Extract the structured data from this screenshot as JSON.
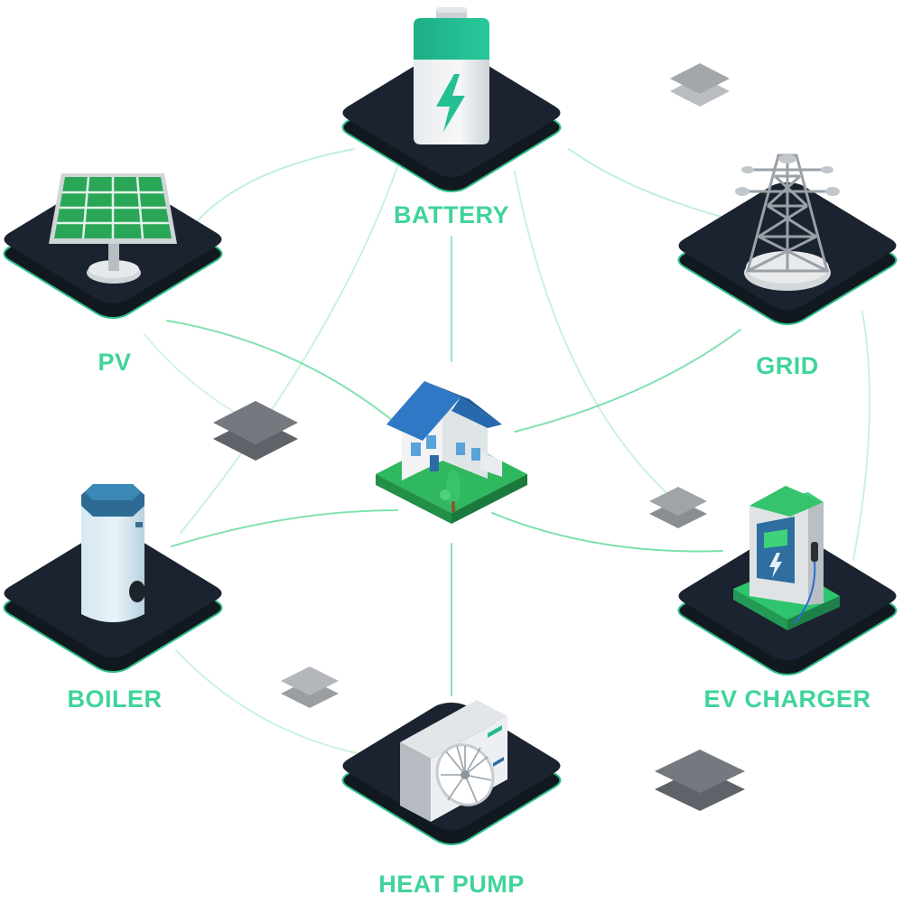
{
  "colors": {
    "accent": "#3fd49a",
    "platform": "#1b2330",
    "platform_edge": "#2dbf8a",
    "connector": "#4ed58f",
    "tile": "#7a7f85"
  },
  "center": {
    "icon": "house-icon"
  },
  "nodes": [
    {
      "id": "battery",
      "label": "BATTERY",
      "icon": "battery-icon"
    },
    {
      "id": "pv",
      "label": "PV",
      "icon": "solar-panel-icon"
    },
    {
      "id": "grid",
      "label": "GRID",
      "icon": "power-pylon-icon"
    },
    {
      "id": "boiler",
      "label": "BOILER",
      "icon": "boiler-icon"
    },
    {
      "id": "ev",
      "label": "EV CHARGER",
      "icon": "ev-charger-icon"
    },
    {
      "id": "heatpump",
      "label": "HEAT PUMP",
      "icon": "heat-pump-icon"
    }
  ]
}
